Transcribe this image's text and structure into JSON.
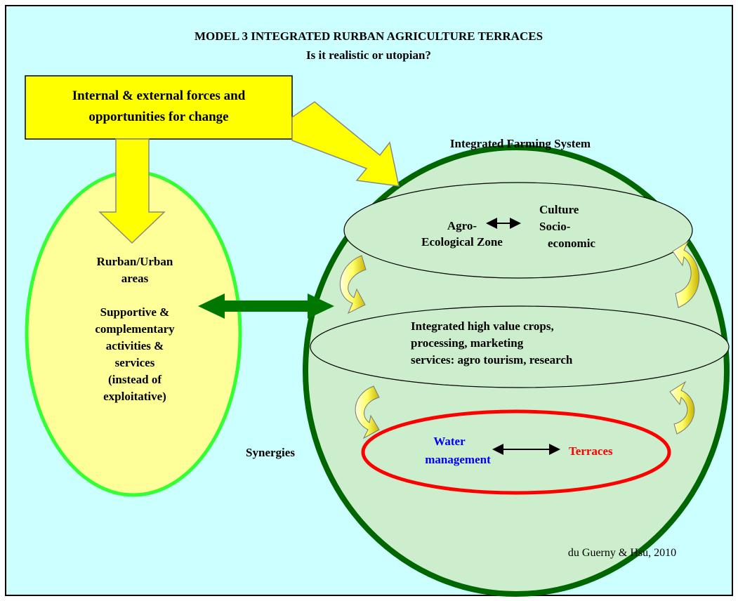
{
  "title": {
    "line1": "MODEL 3 INTEGRATED RURBAN AGRICULTURE TERRACES",
    "line2": "Is it realistic or utopian?"
  },
  "forces_box": {
    "line1": "Internal & external forces and",
    "line2": "opportunities for change"
  },
  "rurban": {
    "lines": [
      "Rurban/Urban",
      "areas",
      "",
      "Supportive &",
      "complementary",
      "activities &",
      "services",
      "(instead of",
      "exploitative)"
    ]
  },
  "farming_system": {
    "title": "Integrated Farming System",
    "agro": {
      "line1": "Agro-",
      "line2": "Ecological Zone"
    },
    "culture": {
      "line1": "Culture",
      "line2": "Socio-",
      "line3": "economic"
    },
    "crops": {
      "line1": "Integrated high value crops,",
      "line2": "processing, marketing",
      "line3": "services: agro tourism, research"
    },
    "water": {
      "line1": "Water",
      "line2": "management"
    },
    "terraces": "Terraces"
  },
  "synergies": "Synergies",
  "credit": "du Guerny & Hsu, 2010",
  "colors": {
    "background": "#ccffff",
    "yellow_fill": "#ffff00",
    "rurban_fill": "#ffff99",
    "rurban_border": "#33ff33",
    "farm_fill": "#cceecc",
    "farm_border": "#006600",
    "dark_green_arrow": "#007700",
    "terraces_border": "#ff0000",
    "water_text": "#0000ff",
    "terraces_text": "#ff0000"
  }
}
